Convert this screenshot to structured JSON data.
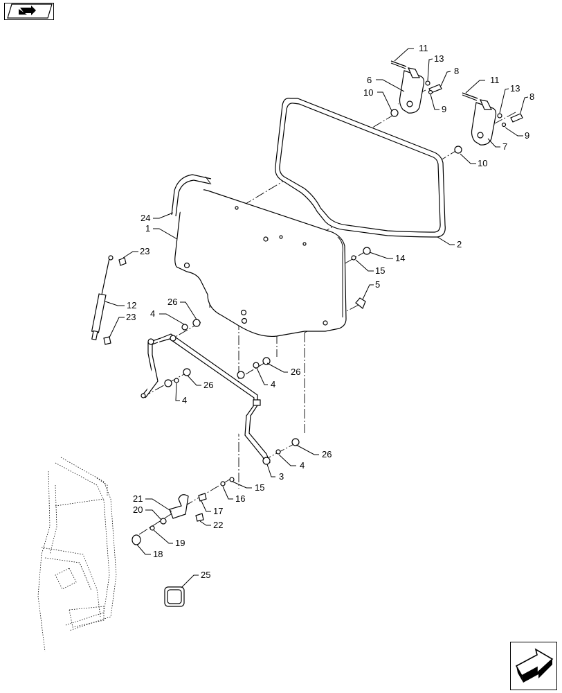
{
  "nav": {
    "back_icon": "arrow-left-icon",
    "next_icon": "arrow-right-icon"
  },
  "callouts": [
    {
      "id": "c11a",
      "text": "11"
    },
    {
      "id": "c13a",
      "text": "13"
    },
    {
      "id": "c8a",
      "text": "8"
    },
    {
      "id": "c6",
      "text": "6"
    },
    {
      "id": "c10a",
      "text": "10"
    },
    {
      "id": "c9a",
      "text": "9"
    },
    {
      "id": "c11b",
      "text": "11"
    },
    {
      "id": "c13b",
      "text": "13"
    },
    {
      "id": "c8b",
      "text": "8"
    },
    {
      "id": "c9b",
      "text": "9"
    },
    {
      "id": "c7",
      "text": "7"
    },
    {
      "id": "c10b",
      "text": "10"
    },
    {
      "id": "c2",
      "text": "2"
    },
    {
      "id": "c24",
      "text": "24"
    },
    {
      "id": "c1",
      "text": "1"
    },
    {
      "id": "c23a",
      "text": "23"
    },
    {
      "id": "c12",
      "text": "12"
    },
    {
      "id": "c23b",
      "text": "23"
    },
    {
      "id": "c14",
      "text": "14"
    },
    {
      "id": "c15a",
      "text": "15"
    },
    {
      "id": "c5",
      "text": "5"
    },
    {
      "id": "c26a",
      "text": "26"
    },
    {
      "id": "c4a",
      "text": "4"
    },
    {
      "id": "c26b",
      "text": "26"
    },
    {
      "id": "c4b",
      "text": "4"
    },
    {
      "id": "c26c",
      "text": "26"
    },
    {
      "id": "c4c",
      "text": "4"
    },
    {
      "id": "c26d",
      "text": "26"
    },
    {
      "id": "c4d",
      "text": "4"
    },
    {
      "id": "c3",
      "text": "3"
    },
    {
      "id": "c15b",
      "text": "15"
    },
    {
      "id": "c16",
      "text": "16"
    },
    {
      "id": "c17",
      "text": "17"
    },
    {
      "id": "c21",
      "text": "21"
    },
    {
      "id": "c20",
      "text": "20"
    },
    {
      "id": "c22",
      "text": "22"
    },
    {
      "id": "c19",
      "text": "19"
    },
    {
      "id": "c18",
      "text": "18"
    },
    {
      "id": "c25",
      "text": "25"
    }
  ]
}
